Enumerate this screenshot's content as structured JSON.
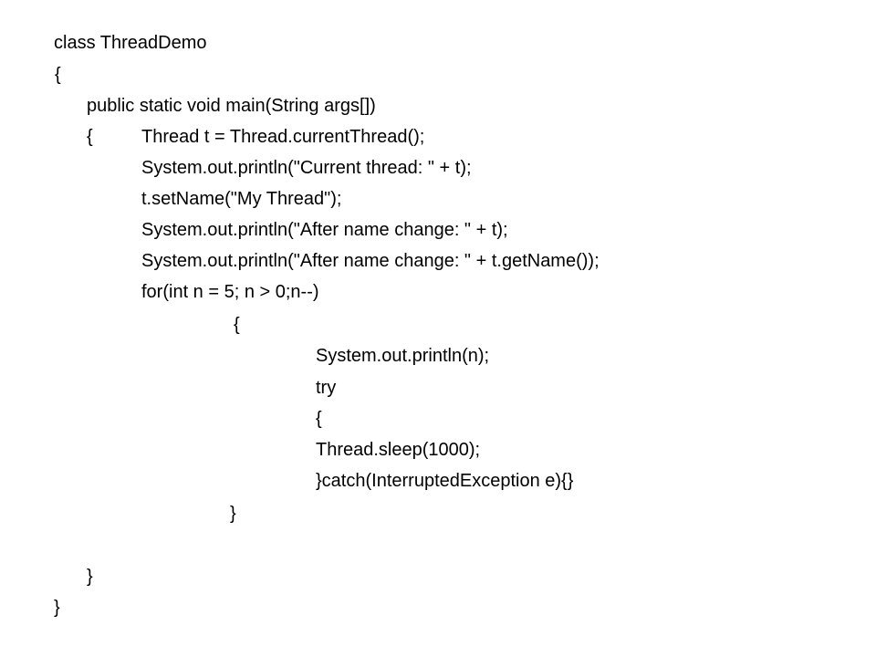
{
  "code_lines": {
    "class_decl": "class ThreadDemo",
    "class_open_brace": "{",
    "main_decl": "public static void main(String args[])",
    "main_open_brace": "{",
    "thread_assign": "Thread t = Thread.currentThread();",
    "print_current": "System.out.println(\"Current thread: \" + t);",
    "set_name": "t.setName(\"My Thread\");",
    "print_after_change": "System.out.println(\"After name change: \" + t);",
    "print_after_change_getname": "System.out.println(\"After name change: \" + t.getName());",
    "for_loop": "for(int n = 5; n > 0;n--)",
    "for_open_brace": "{",
    "print_n": "System.out.println(n);",
    "try_keyword": "try",
    "try_open_brace": "{",
    "sleep_call": "Thread.sleep(1000);",
    "catch_clause": "}catch(InterruptedException e){}",
    "for_close_brace": "}",
    "main_close_brace": "}",
    "class_close_brace": "}"
  }
}
